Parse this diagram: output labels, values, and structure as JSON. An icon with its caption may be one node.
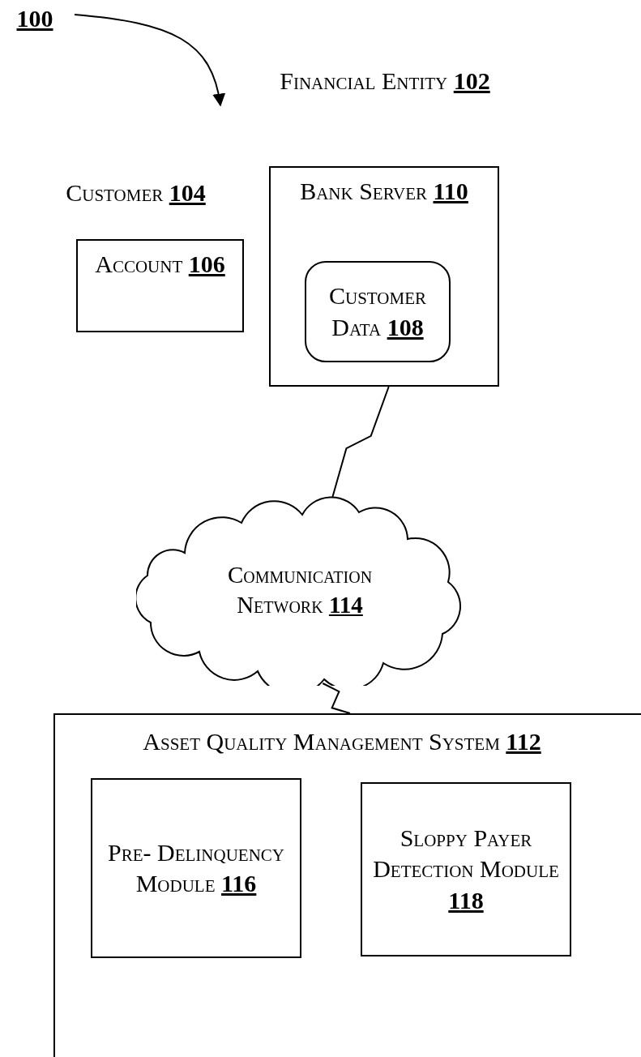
{
  "diagram": {
    "nodes": [
      {
        "text": [
          "**100**"
        ]
      },
      {
        "text": [
          "Account **106**"
        ]
      },
      {
        "text": [
          "Bank Server **110**"
        ]
      },
      {
        "text": [
          "Customer Data **108**"
        ],
        "in": 2
      },
      {
        "text": [
          "Communication Network **114**"
        ]
      },
      {
        "text": [
          "Asset Quality Management System **112**"
        ]
      },
      {
        "text": [
          "Pre- Delinquency Module **116**"
        ],
        "in": 5
      },
      {
        "text": [
          "Sloppy Payer Detection Module **118**"
        ],
        "in": 5
      }
    ],
    "edges": [
      {
        "from": 0,
        "to": null,
        "arrow": "to"
      },
      {
        "from": 2,
        "to": 4,
        "arrow": "none"
      },
      {
        "from": 4,
        "to": 5,
        "arrow": "none"
      }
    ],
    "labels": [
      "Financial Entity **102**",
      "Customer **104**"
    ]
  }
}
